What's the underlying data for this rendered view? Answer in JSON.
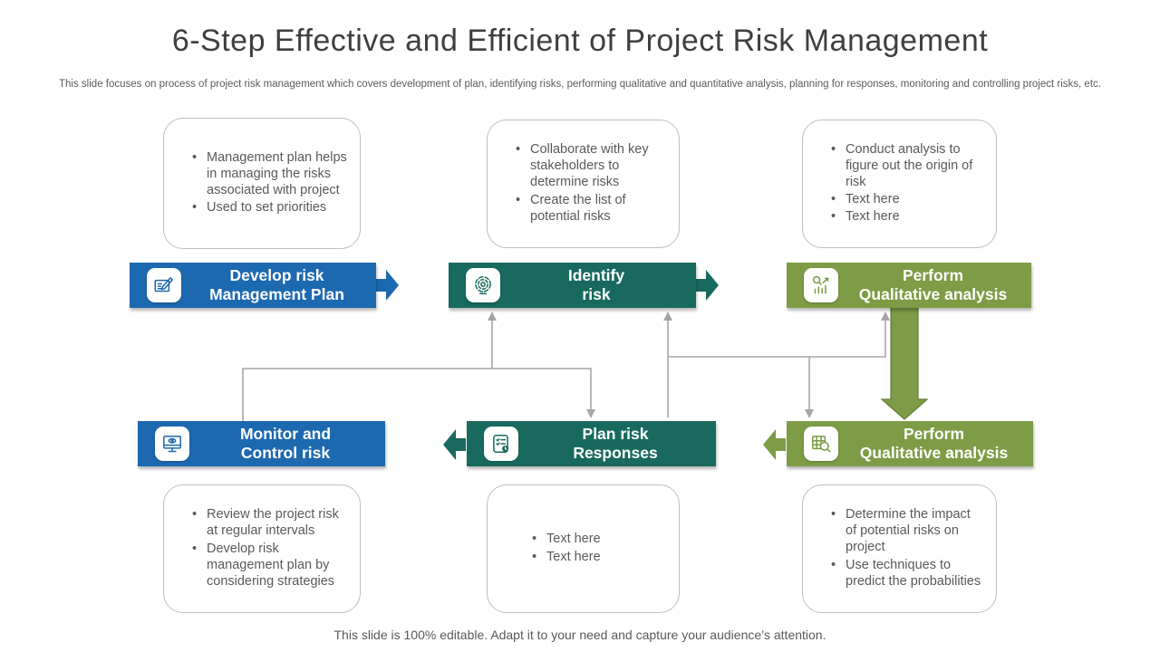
{
  "slide": {
    "title": "6-Step Effective and Efficient of Project Risk Management",
    "subtitle": "This slide focuses on process of project risk management which covers development of plan, identifying risks, performing qualitative and quantitative analysis, planning for responses, monitoring and controlling project risks, etc.",
    "footer": "This slide is 100% editable. Adapt it to your need and capture your audience’s attention."
  },
  "colors": {
    "blue": "#1d69b0",
    "teal": "#186a5e",
    "olive": "#7d9c45",
    "connector_gray": "#a6a6a6",
    "body_text": "#595959",
    "callout_border": "#bfbfbf"
  },
  "steps": [
    {
      "name": "develop-risk-management-plan",
      "label": [
        "Develop risk",
        "Management Plan"
      ],
      "icon": "blueprint-pencil-icon",
      "bullets": [
        "Management plan helps in managing the risks associated with project",
        "Used to set priorities"
      ]
    },
    {
      "name": "identify-risk",
      "label": [
        "Identify",
        "risk"
      ],
      "icon": "risk-maze-icon",
      "bullets": [
        "Collaborate with key stakeholders to determine risks",
        "Create the list of potential risks"
      ]
    },
    {
      "name": "perform-qualitative-analysis-top",
      "label": [
        "Perform",
        "Qualitative analysis"
      ],
      "icon": "chart-magnifier-icon",
      "bullets": [
        "Conduct analysis to figure out the origin of risk",
        "Text here",
        "Text here"
      ]
    },
    {
      "name": "monitor-and-control-risk",
      "label": [
        "Monitor and",
        "Control risk"
      ],
      "icon": "monitor-eye-icon",
      "bullets": [
        "Review the project risk at regular intervals",
        "Develop risk management plan by considering strategies"
      ]
    },
    {
      "name": "plan-risk-responses",
      "label": [
        "Plan risk",
        "Responses"
      ],
      "icon": "checklist-clock-icon",
      "bullets": [
        "Text here",
        "Text here"
      ]
    },
    {
      "name": "perform-qualitative-analysis-bottom",
      "label": [
        "Perform",
        "Qualitative analysis"
      ],
      "icon": "map-magnifier-icon",
      "bullets": [
        "Determine the impact of potential risks on project",
        "Use techniques to predict the probabilities"
      ]
    }
  ]
}
